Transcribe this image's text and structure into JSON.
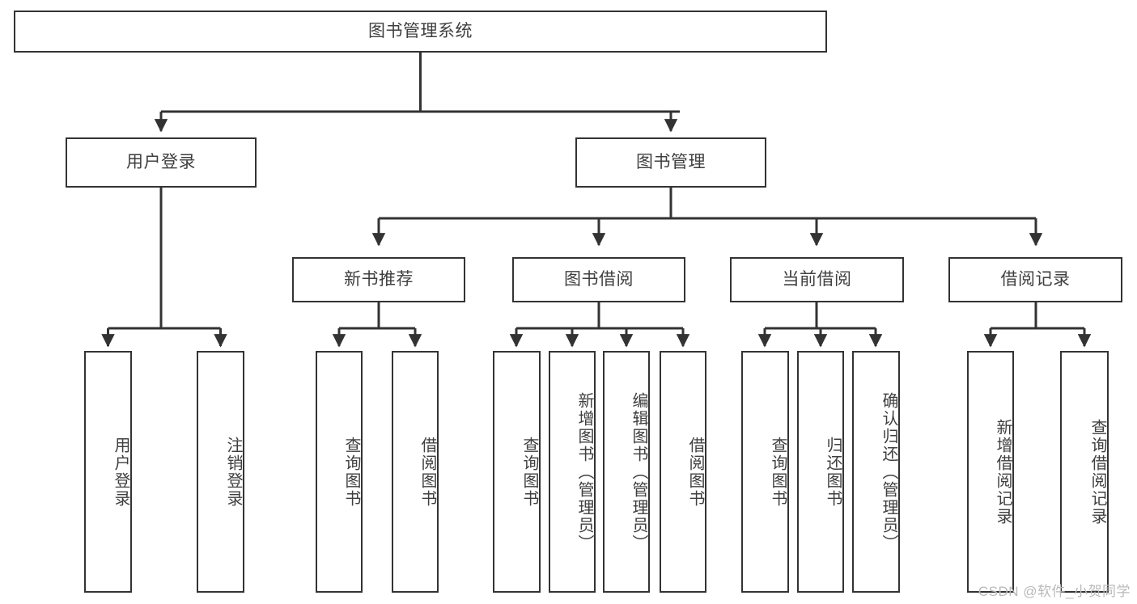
{
  "diagram": {
    "title": "图书管理系统",
    "type": "tree",
    "watermark": "CSDN @软件_小贺同学",
    "colors": {
      "stroke": "#333333",
      "text": "#3f3f3f",
      "box_fill": "#ffffff",
      "background": "#ffffff",
      "watermark": "#b9b9b9"
    },
    "nodes": {
      "root": {
        "label": "图书管理系统"
      },
      "level2": [
        {
          "label": "用户登录"
        },
        {
          "label": "图书管理"
        }
      ],
      "level3": [
        {
          "label": "新书推荐"
        },
        {
          "label": "图书借阅"
        },
        {
          "label": "当前借阅"
        },
        {
          "label": "借阅记录"
        }
      ],
      "leaves": [
        {
          "label": "用户登录",
          "parent": "用户登录"
        },
        {
          "label": "注销登录",
          "parent": "用户登录"
        },
        {
          "label": "查询图书",
          "parent": "新书推荐"
        },
        {
          "label": "借阅图书",
          "parent": "新书推荐"
        },
        {
          "label": "查询图书",
          "parent": "图书借阅"
        },
        {
          "label": "新增图书（管理员）",
          "parent": "图书借阅"
        },
        {
          "label": "编辑图书（管理员）",
          "parent": "图书借阅"
        },
        {
          "label": "借阅图书",
          "parent": "图书借阅"
        },
        {
          "label": "查询图书",
          "parent": "当前借阅"
        },
        {
          "label": "归还图书",
          "parent": "当前借阅"
        },
        {
          "label": "确认归还（管理员）",
          "parent": "当前借阅"
        },
        {
          "label": "新增借阅记录",
          "parent": "借阅记录"
        },
        {
          "label": "查询借阅记录",
          "parent": "借阅记录"
        }
      ]
    }
  }
}
